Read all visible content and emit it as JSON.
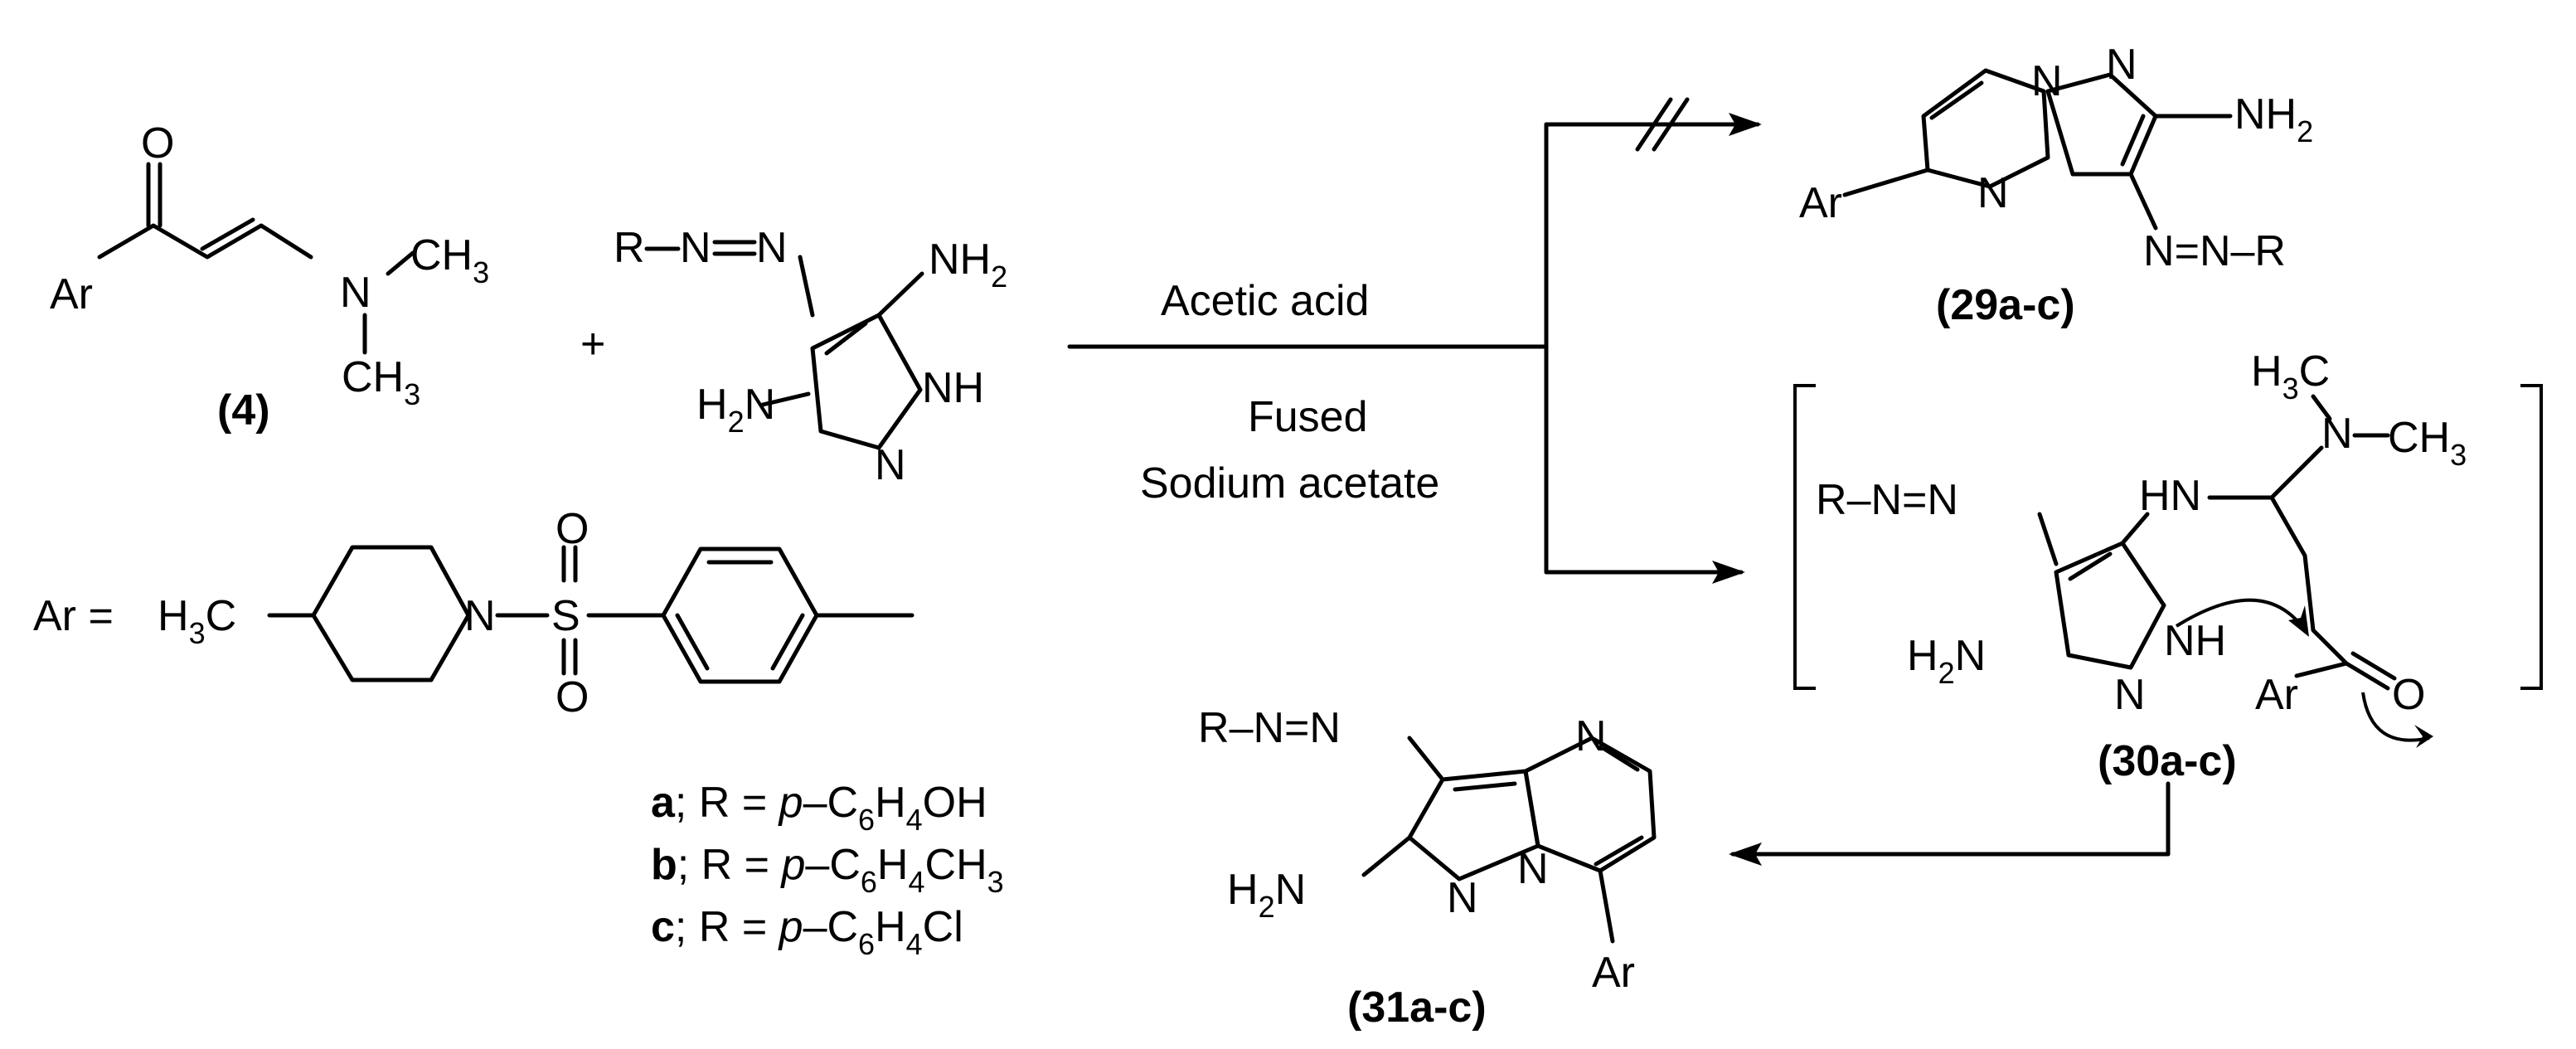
{
  "compounds": {
    "c4": {
      "label": "(4)"
    },
    "c29": {
      "label": "(29a-c)"
    },
    "c30": {
      "label": "(30a-c)"
    },
    "c31": {
      "label": "(31a-c)"
    }
  },
  "atoms": {
    "ar": "Ar",
    "o": "O",
    "n": "N",
    "nh": "NH",
    "hn": "HN",
    "r": "R",
    "s": "S",
    "h": "H",
    "c": "C",
    "cl": "Cl",
    "oh": "OH",
    "ch": "CH",
    "plus": "+",
    "dash": "–",
    "equals": "=",
    "semicolon": ";",
    "p_prefix": "p",
    "one": "1",
    "two": "2",
    "three": "3",
    "four": "4",
    "six": "6"
  },
  "definitions": {
    "ar_eq": "Ar =",
    "variant_a": "a",
    "variant_b": "b",
    "variant_c": "c",
    "r_eq": "; R = "
  },
  "conditions": {
    "solvent": "Acetic acid",
    "reagent_line1": "Fused",
    "reagent_line2": "Sodium acetate"
  }
}
